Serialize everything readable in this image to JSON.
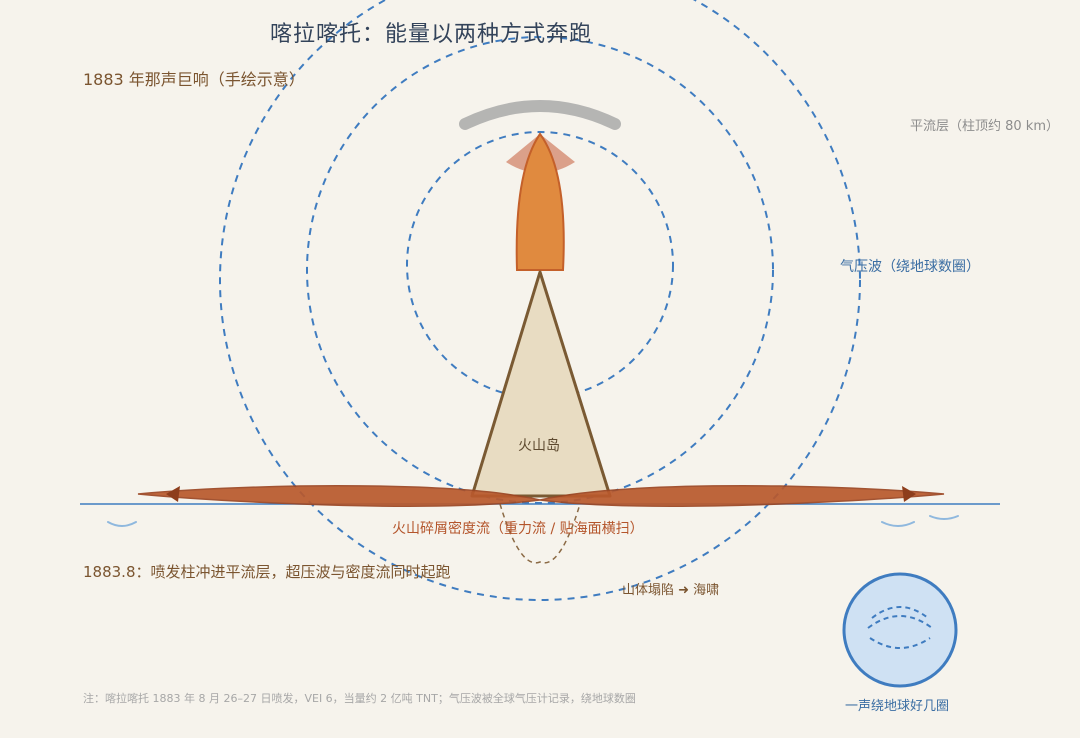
{
  "title": "喀拉喀托：能量以两种方式奔跑",
  "subtitle": "1883 年那声巨响（手绘示意）",
  "labels": {
    "stratosphere": "平流层（柱顶约 80 km）",
    "pressure_wave": "气压波（绕地球数圈）",
    "volcano_island": "火山岛",
    "density_flow": "火山碎屑密度流（重力流 / 贴海面横扫）",
    "date_caption": "1883.8：喷发柱冲进平流层，超压波与密度流同时起跑",
    "tsunami": "山体塌陷 ➜ 海啸",
    "globe": "一声绕地球好几圈"
  },
  "note": "注：喀拉喀托 1883 年 8 月 26–27 日喷发，VEI 6，当量约 2 亿吨 TNT；气压波被全球气压计记录，绕地球数圈",
  "colors": {
    "wave_blue": "#3f7cc0",
    "flow_orange": "#b9592d",
    "plume_orange": "#e08a3f",
    "volcano_fill": "#e8dcc2",
    "volcano_stroke": "#7a5a33",
    "cloud_gray": "#a9a9a9",
    "sea_blue": "#3f7cc0"
  }
}
